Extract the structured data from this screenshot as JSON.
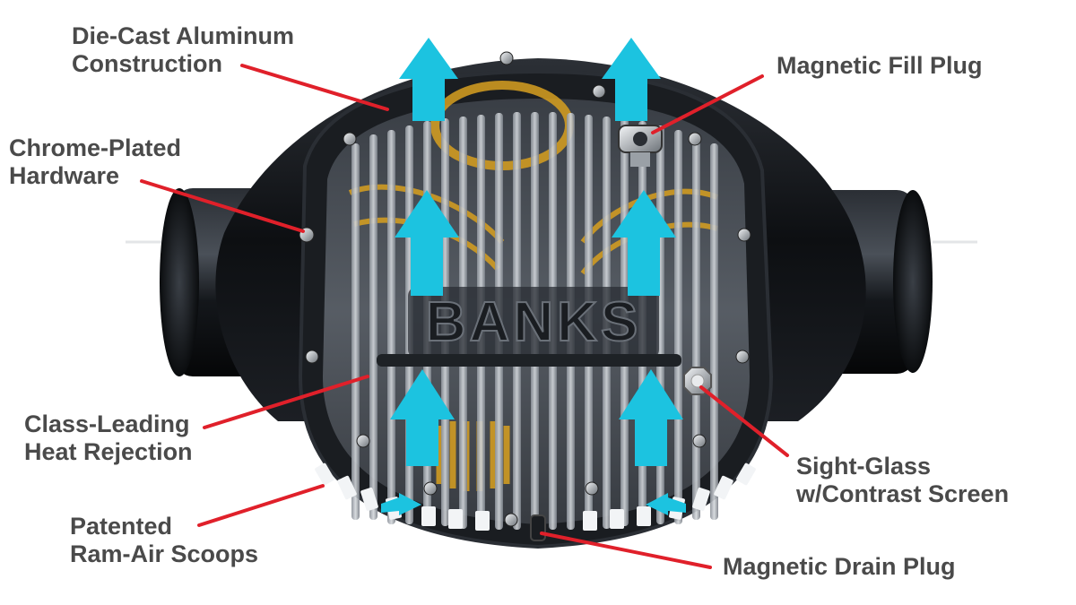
{
  "brand_text": "BANKS",
  "colors": {
    "leader_line": "#e0202a",
    "flow_arrow": "#1cc3e0",
    "label_text": "#4a4a4a",
    "housing": "#111418",
    "cover_glass": "#5a6068",
    "fins": "#b8bcc2",
    "gear_amber": "#d8a020"
  },
  "icons": {
    "flow_arrow": "up-arrow-icon",
    "bolt": "bolt-head-icon",
    "plug": "hex-plug-icon"
  },
  "callouts": {
    "die_cast": {
      "line1": "Die-Cast Aluminum",
      "line2": "Construction"
    },
    "chrome": {
      "line1": "Chrome-Plated",
      "line2": "Hardware"
    },
    "heat": {
      "line1": "Class-Leading",
      "line2": "Heat Rejection"
    },
    "ram_air": {
      "line1": "Patented",
      "line2": "Ram-Air Scoops"
    },
    "fill_plug": {
      "line1": "Magnetic Fill Plug"
    },
    "sight_glass": {
      "line1": "Sight-Glass",
      "line2": "w/Contrast Screen"
    },
    "drain_plug": {
      "line1": "Magnetic Drain Plug"
    }
  }
}
